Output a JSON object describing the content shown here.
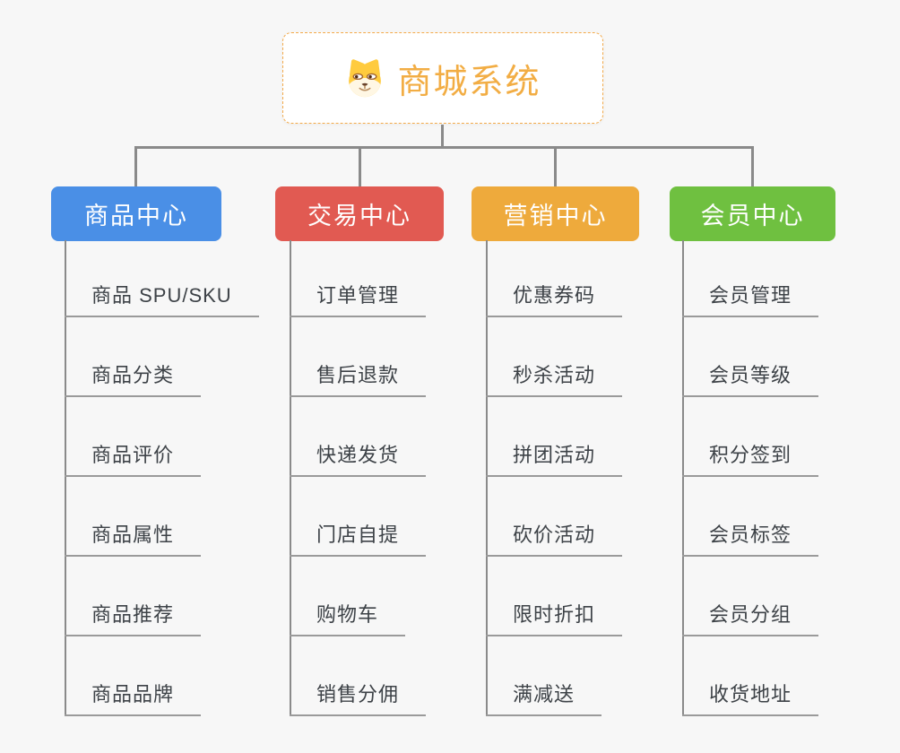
{
  "root": {
    "title": "商城系统",
    "icon": "dog-face-icon"
  },
  "branches": [
    {
      "label": "商品中心",
      "color": "#4a8fe6",
      "children": [
        "商品 SPU/SKU",
        "商品分类",
        "商品评价",
        "商品属性",
        "商品推荐",
        "商品品牌"
      ]
    },
    {
      "label": "交易中心",
      "color": "#e15a52",
      "children": [
        "订单管理",
        "售后退款",
        "快递发货",
        "门店自提",
        "购物车",
        "销售分佣"
      ]
    },
    {
      "label": "营销中心",
      "color": "#eeaa3c",
      "children": [
        "优惠券码",
        "秒杀活动",
        "拼团活动",
        "砍价活动",
        "限时折扣",
        "满减送"
      ]
    },
    {
      "label": "会员中心",
      "color": "#6fc040",
      "children": [
        "会员管理",
        "会员等级",
        "积分签到",
        "会员标签",
        "会员分组",
        "收货地址"
      ]
    }
  ],
  "theme": {
    "background": "#f7f7f7",
    "root_text_color": "#f2ad44",
    "root_border_color": "#f3aa4a",
    "connector_color": "#8a8a8a",
    "underline_color": "#9a9a9a",
    "leaf_text_color": "#3d4247",
    "header_text_color": "#ffffff"
  }
}
